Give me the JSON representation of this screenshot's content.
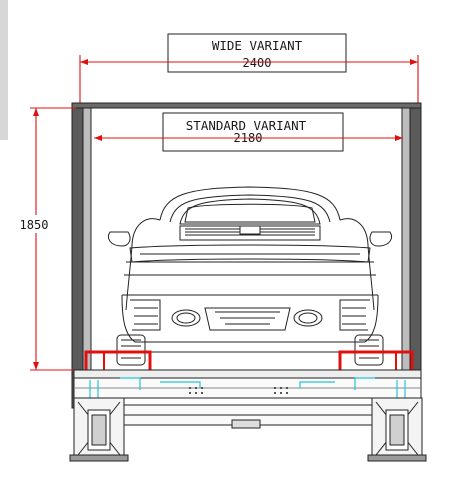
{
  "labels": {
    "wide_variant": "WIDE VARIANT",
    "wide_dimension": "2400",
    "standard_variant": "STANDARD VARIANT",
    "standard_dimension": "2180",
    "height_dimension": "1850"
  },
  "colors": {
    "dimension_lines": "#e01010",
    "guide_rails": "#27c4d8",
    "structure": "#222222"
  }
}
